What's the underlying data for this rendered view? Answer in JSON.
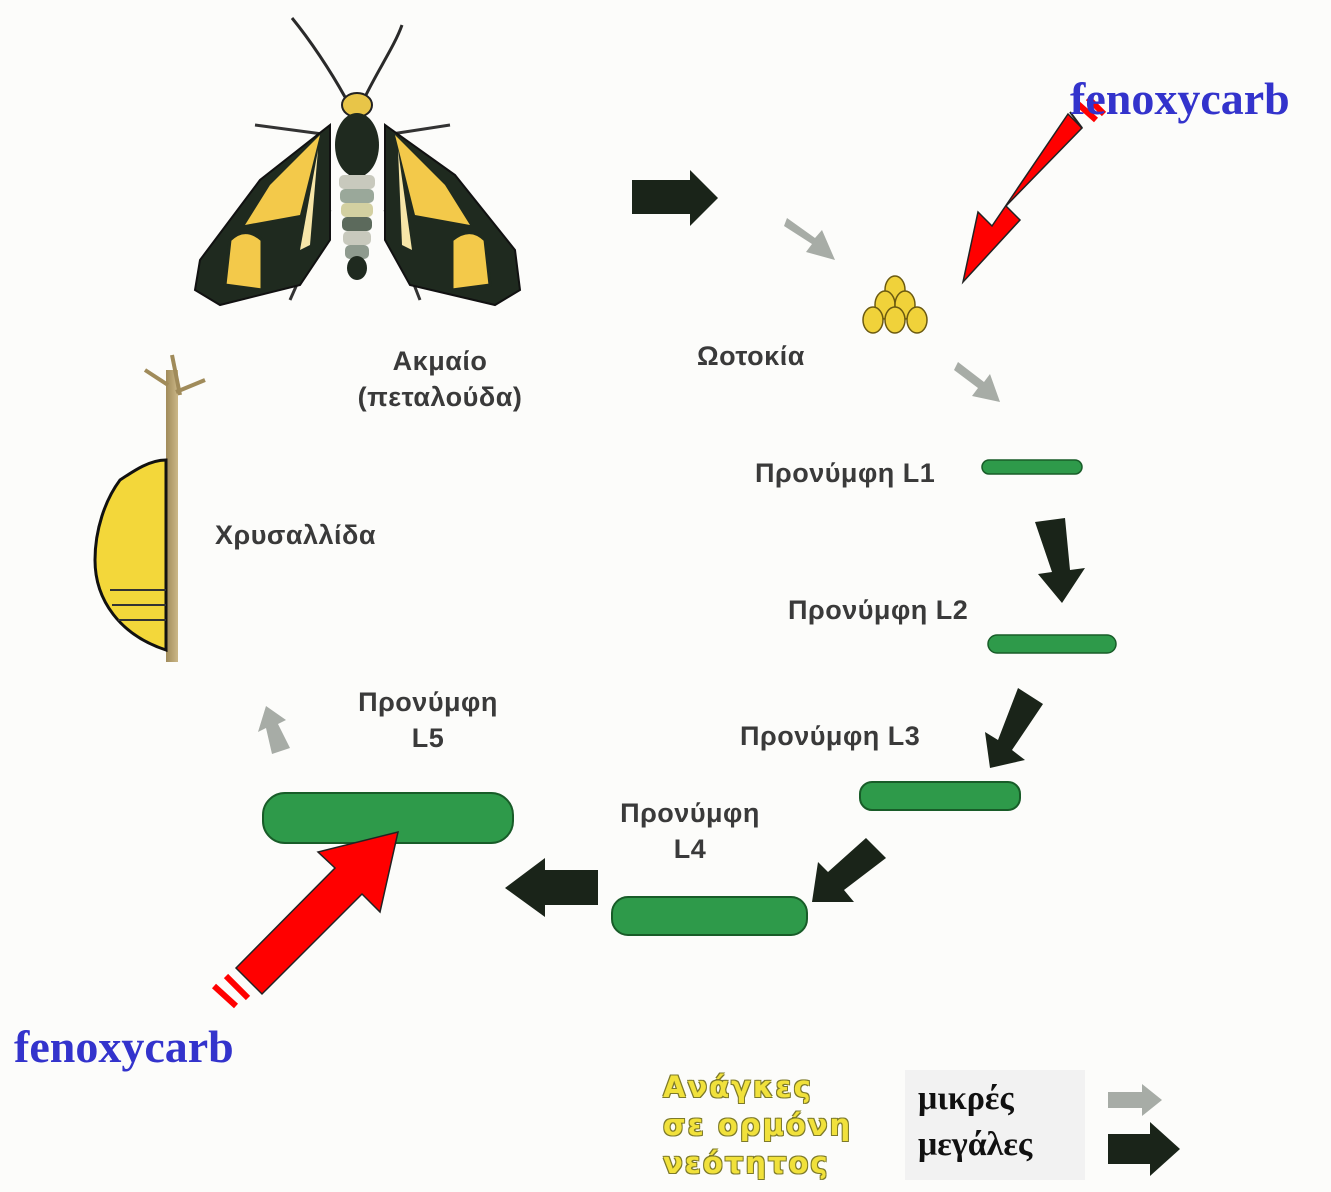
{
  "labels": {
    "adult_line1": "Ακμαίο",
    "adult_line2": "(πεταλούδα)",
    "eggs": "Ωοτοκία",
    "pupa": "Χρυσαλλίδα",
    "l1": "Προνύμφη L1",
    "l2": "Προνύμφη L2",
    "l3": "Προνύμφη L3",
    "l4_line1": "Προνύμφη",
    "l4_line2": "L4",
    "l5_line1": "Προνύμφη",
    "l5_line2": "L5"
  },
  "treatments": {
    "top": "fenoxycarb",
    "bottom": "fenoxycarb"
  },
  "legend": {
    "title_lines": [
      "Ανάγκες",
      "σε ορμόνη",
      "νεότητος"
    ],
    "small": "μικρές",
    "large": "μεγάλες"
  },
  "colors": {
    "treatment_text": "#3333cc",
    "treatment_arrow": "#ff0000",
    "large_arrow": "#1a2419",
    "small_arrow": "#a7aca6",
    "larva": "#2e9a4a",
    "moth_yellow": "#f3c94a",
    "moth_dark": "#1f2a1f"
  }
}
